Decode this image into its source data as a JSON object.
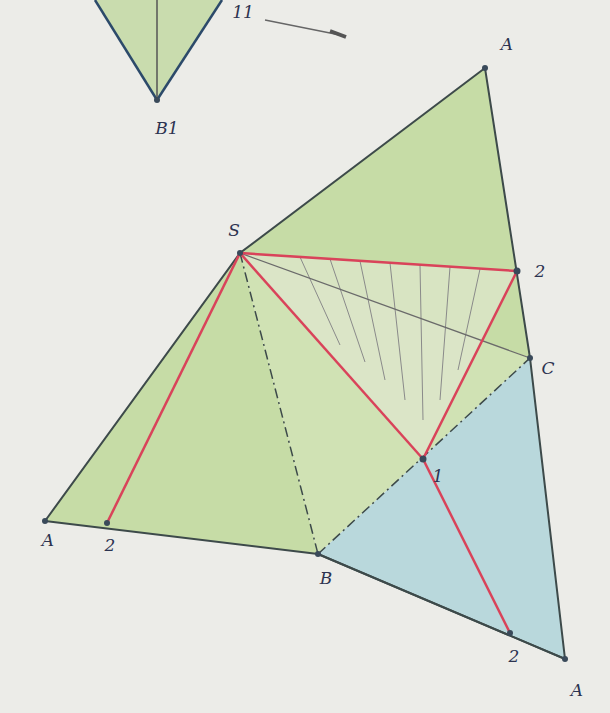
{
  "diagram": {
    "labels": [
      "B1",
      "11",
      "A",
      "S",
      "2",
      "C",
      "1",
      "A",
      "2",
      "B",
      "2",
      "A"
    ]
  }
}
